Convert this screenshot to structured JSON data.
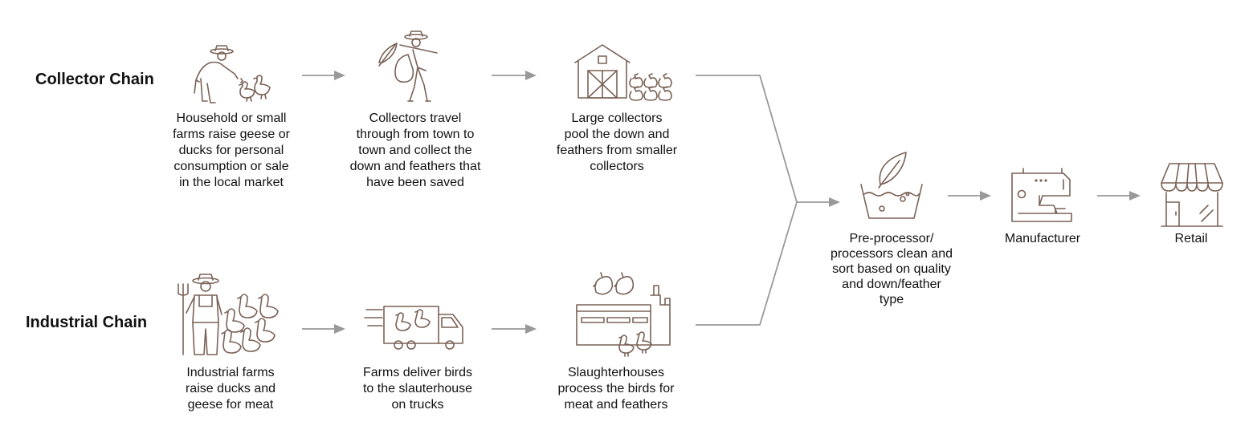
{
  "chains": {
    "collector": {
      "title": "Collector Chain"
    },
    "industrial": {
      "title": "Industrial Chain"
    }
  },
  "steps": {
    "household": {
      "icon": "farmer-feeding-ducks-icon",
      "caption": "Household or small\nfarms raise geese or\nducks for personal\nconsumption or sale\nin the local market"
    },
    "collectors": {
      "icon": "collector-with-sack-icon",
      "caption": "Collectors travel\nthrough from town to\ntown and collect the\ndown and feathers that\nhave been saved"
    },
    "large_collectors": {
      "icon": "barn-with-sacks-icon",
      "caption": "Large collectors\npool the down and\nfeathers from smaller\ncollectors"
    },
    "industrial_farms": {
      "icon": "farmer-with-geese-icon",
      "caption": "Industrial farms\nraise ducks and\ngeese for meat"
    },
    "delivery": {
      "icon": "delivery-truck-icon",
      "caption": "Farms deliver birds\nto the slauterhouse\non trucks"
    },
    "slaughterhouse": {
      "icon": "slaughterhouse-icon",
      "caption": "Slaughterhouses\nprocess the birds for\nmeat and feathers"
    },
    "processor": {
      "icon": "washing-basin-feather-icon",
      "caption": "Pre-processor/\nprocessors clean and\nsort based on quality\nand down/feather\ntype"
    },
    "manufacturer": {
      "icon": "sewing-machine-icon",
      "caption": "Manufacturer"
    },
    "retail": {
      "icon": "storefront-icon",
      "caption": "Retail"
    }
  },
  "colors": {
    "icon": "#7a6257",
    "connector": "#999999",
    "text": "#111111"
  }
}
